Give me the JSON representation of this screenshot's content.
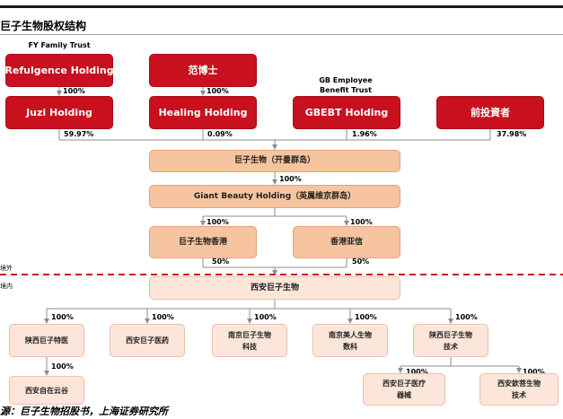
{
  "header": {
    "title": "巨子生物股权结构"
  },
  "notes": {
    "fy_trust": "FY Family Trust",
    "gb_trust_line1": "GB Employee",
    "gb_trust_line2": "Benefit Trust"
  },
  "top_row": {
    "refulgence": "Refulgence Holding",
    "fanboshi": "范博士"
  },
  "holders": {
    "juzi": "Juzi Holding",
    "healing": "Healing Holding",
    "gbebt": "GBEBT Holding",
    "pre_ipo": "前投資者"
  },
  "entities": {
    "cayman": "巨子生物（开曼群岛）",
    "giant_beauty": "Giant Beauty Holding（英属维京群岛）",
    "hk": "巨子生物香港",
    "hk_yaxin": "香港亚信",
    "xian": "西安巨子生物"
  },
  "subsidiaries": {
    "shaanxi_tech": "陕西巨子特医",
    "xian_pharma": "西安巨子医药",
    "nanjing_tech_l1": "南京巨子生物",
    "nanjing_tech_l2": "科技",
    "nanjing_beauty_l1": "南京美人生物",
    "nanjing_beauty_l2": "数科",
    "shaanxi_bio_l1": "陕西巨子生物",
    "shaanxi_bio_l2": "技术",
    "xian_zizai": "西安自在云谷",
    "xian_device_l1": "西安巨子医疗",
    "xian_device_l2": "器械",
    "xian_qinfu_l1": "西安欽菩生物",
    "xian_qinfu_l2": "技术"
  },
  "percentages": {
    "refulgence_to_juzi": "100%",
    "fanboshi_to_healing": "100%",
    "juzi_stake": "59.97%",
    "healing_stake": "0.09%",
    "gbebt_stake": "1.96%",
    "pre_ipo_stake": "37.98%",
    "cayman_to_giant": "100%",
    "giant_to_hk": "100%",
    "giant_to_yaxin": "100%",
    "hk_to_xian": "50%",
    "yaxin_to_xian": "50%",
    "xian_to_shaanxi_tech": "100%",
    "xian_to_xian_pharma": "100%",
    "xian_to_nanjing_tech": "100%",
    "xian_to_nanjing_beauty": "100%",
    "xian_to_shaanxi_bio": "100%",
    "shaanxi_tech_to_zizai": "100%",
    "shaanxi_bio_to_device": "100%",
    "shaanxi_bio_to_qinfu": "100%"
  },
  "regions": {
    "offshore": "境外",
    "onshore": "境内"
  },
  "footer": {
    "source": "源：巨子生物招股书，上海证券研究所"
  },
  "colors": {
    "red_box": "#c8101e",
    "peach_box": "#f6c49e",
    "pink_box": "#fce6da",
    "divider": "#c8101e",
    "connector": "#8c8c8c"
  }
}
